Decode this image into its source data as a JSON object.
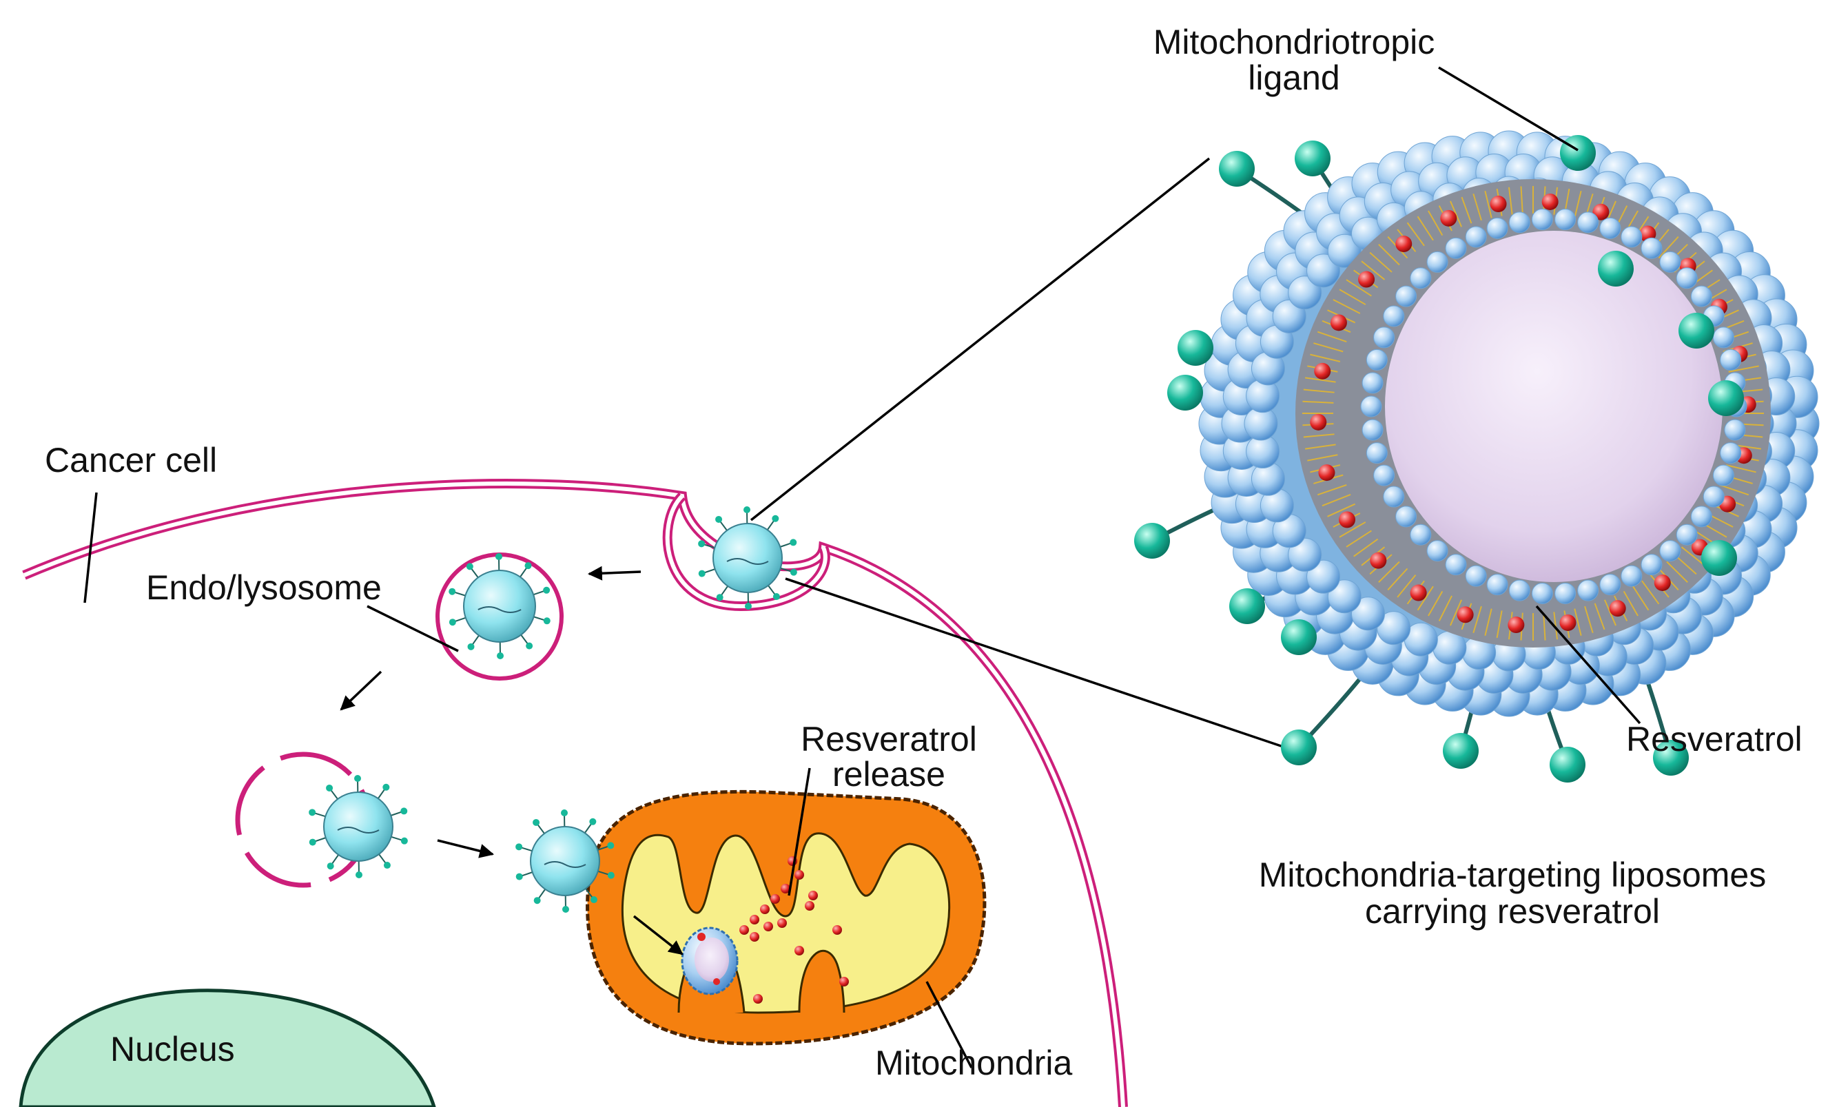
{
  "labels": {
    "ligand_line1": "Mitochondriotropic",
    "ligand_line2": "ligand",
    "cancer_cell": "Cancer cell",
    "endo_lysosome": "Endo/lysosome",
    "release_line1": "Resveratrol",
    "release_line2": "release",
    "resveratrol": "Resveratrol",
    "caption_line1": "Mitochondria-targeting liposomes",
    "caption_line2": "carrying resveratrol",
    "nucleus": "Nucleus",
    "mitochondria": "Mitochondria"
  },
  "colors": {
    "membrane": "#cc1f7a",
    "liposome_small": "#8fe3ee",
    "ligand": "#17b89a",
    "tether": "#1f5f5a",
    "bead": "#a9d0f2",
    "bead_dark": "#4f8fcf",
    "core": "#e6d8ee",
    "drug": "#e32626",
    "mito_outer": "#f5800f",
    "mito_inner": "#f7ef8a",
    "nucleus": "#b9ead0"
  }
}
